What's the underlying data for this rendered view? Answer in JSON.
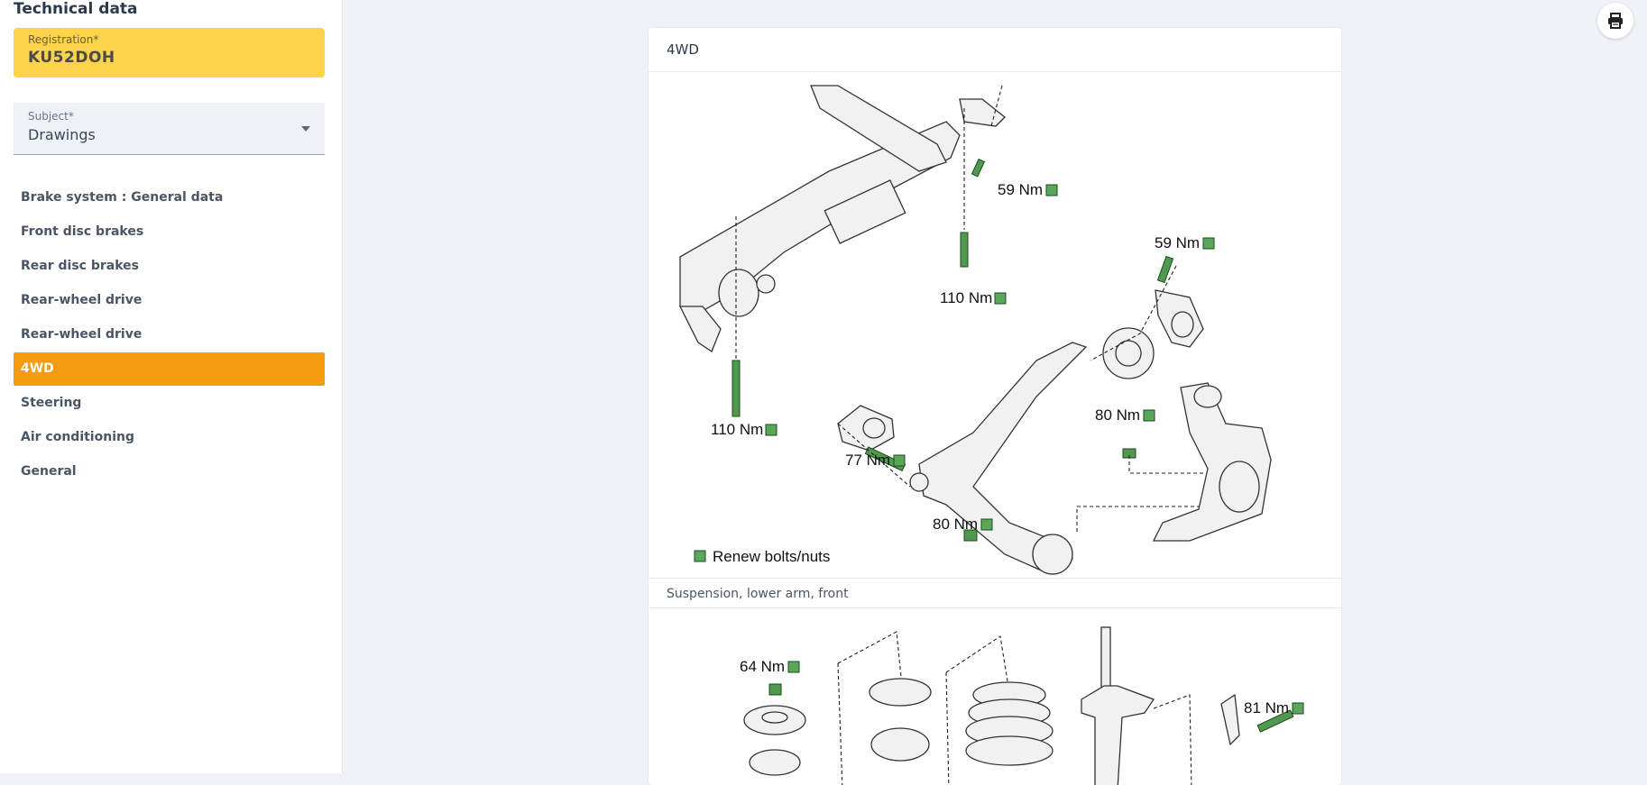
{
  "sidebar": {
    "title": "Technical data",
    "registration": {
      "label": "Registration*",
      "value": "KU52DOH"
    },
    "subject": {
      "label": "Subject*",
      "value": "Drawings"
    },
    "items": [
      {
        "label": "Brake system : General data"
      },
      {
        "label": "Front disc brakes"
      },
      {
        "label": "Rear disc brakes"
      },
      {
        "label": "Rear-wheel drive"
      },
      {
        "label": "Rear-wheel drive"
      },
      {
        "label": "4WD",
        "active": true
      },
      {
        "label": "Steering"
      },
      {
        "label": "Air conditioning"
      },
      {
        "label": "General"
      }
    ]
  },
  "toolbar": {
    "print_icon": "printer-icon"
  },
  "card": {
    "header": "4WD",
    "caption": "Suspension, lower arm, front",
    "drawing1": {
      "torques": [
        "59 Nm",
        "59 Nm",
        "110 Nm",
        "110 Nm",
        "80 Nm",
        "77 Nm",
        "80 Nm"
      ],
      "legend": "Renew bolts/nuts"
    },
    "drawing2": {
      "torques": [
        "64 Nm",
        "81 Nm"
      ]
    }
  },
  "colors": {
    "accent": "#f49c10",
    "registration_bg": "#fdd34b",
    "bolt_green": "#4f9a4f",
    "page_bg": "#eff2f7"
  }
}
